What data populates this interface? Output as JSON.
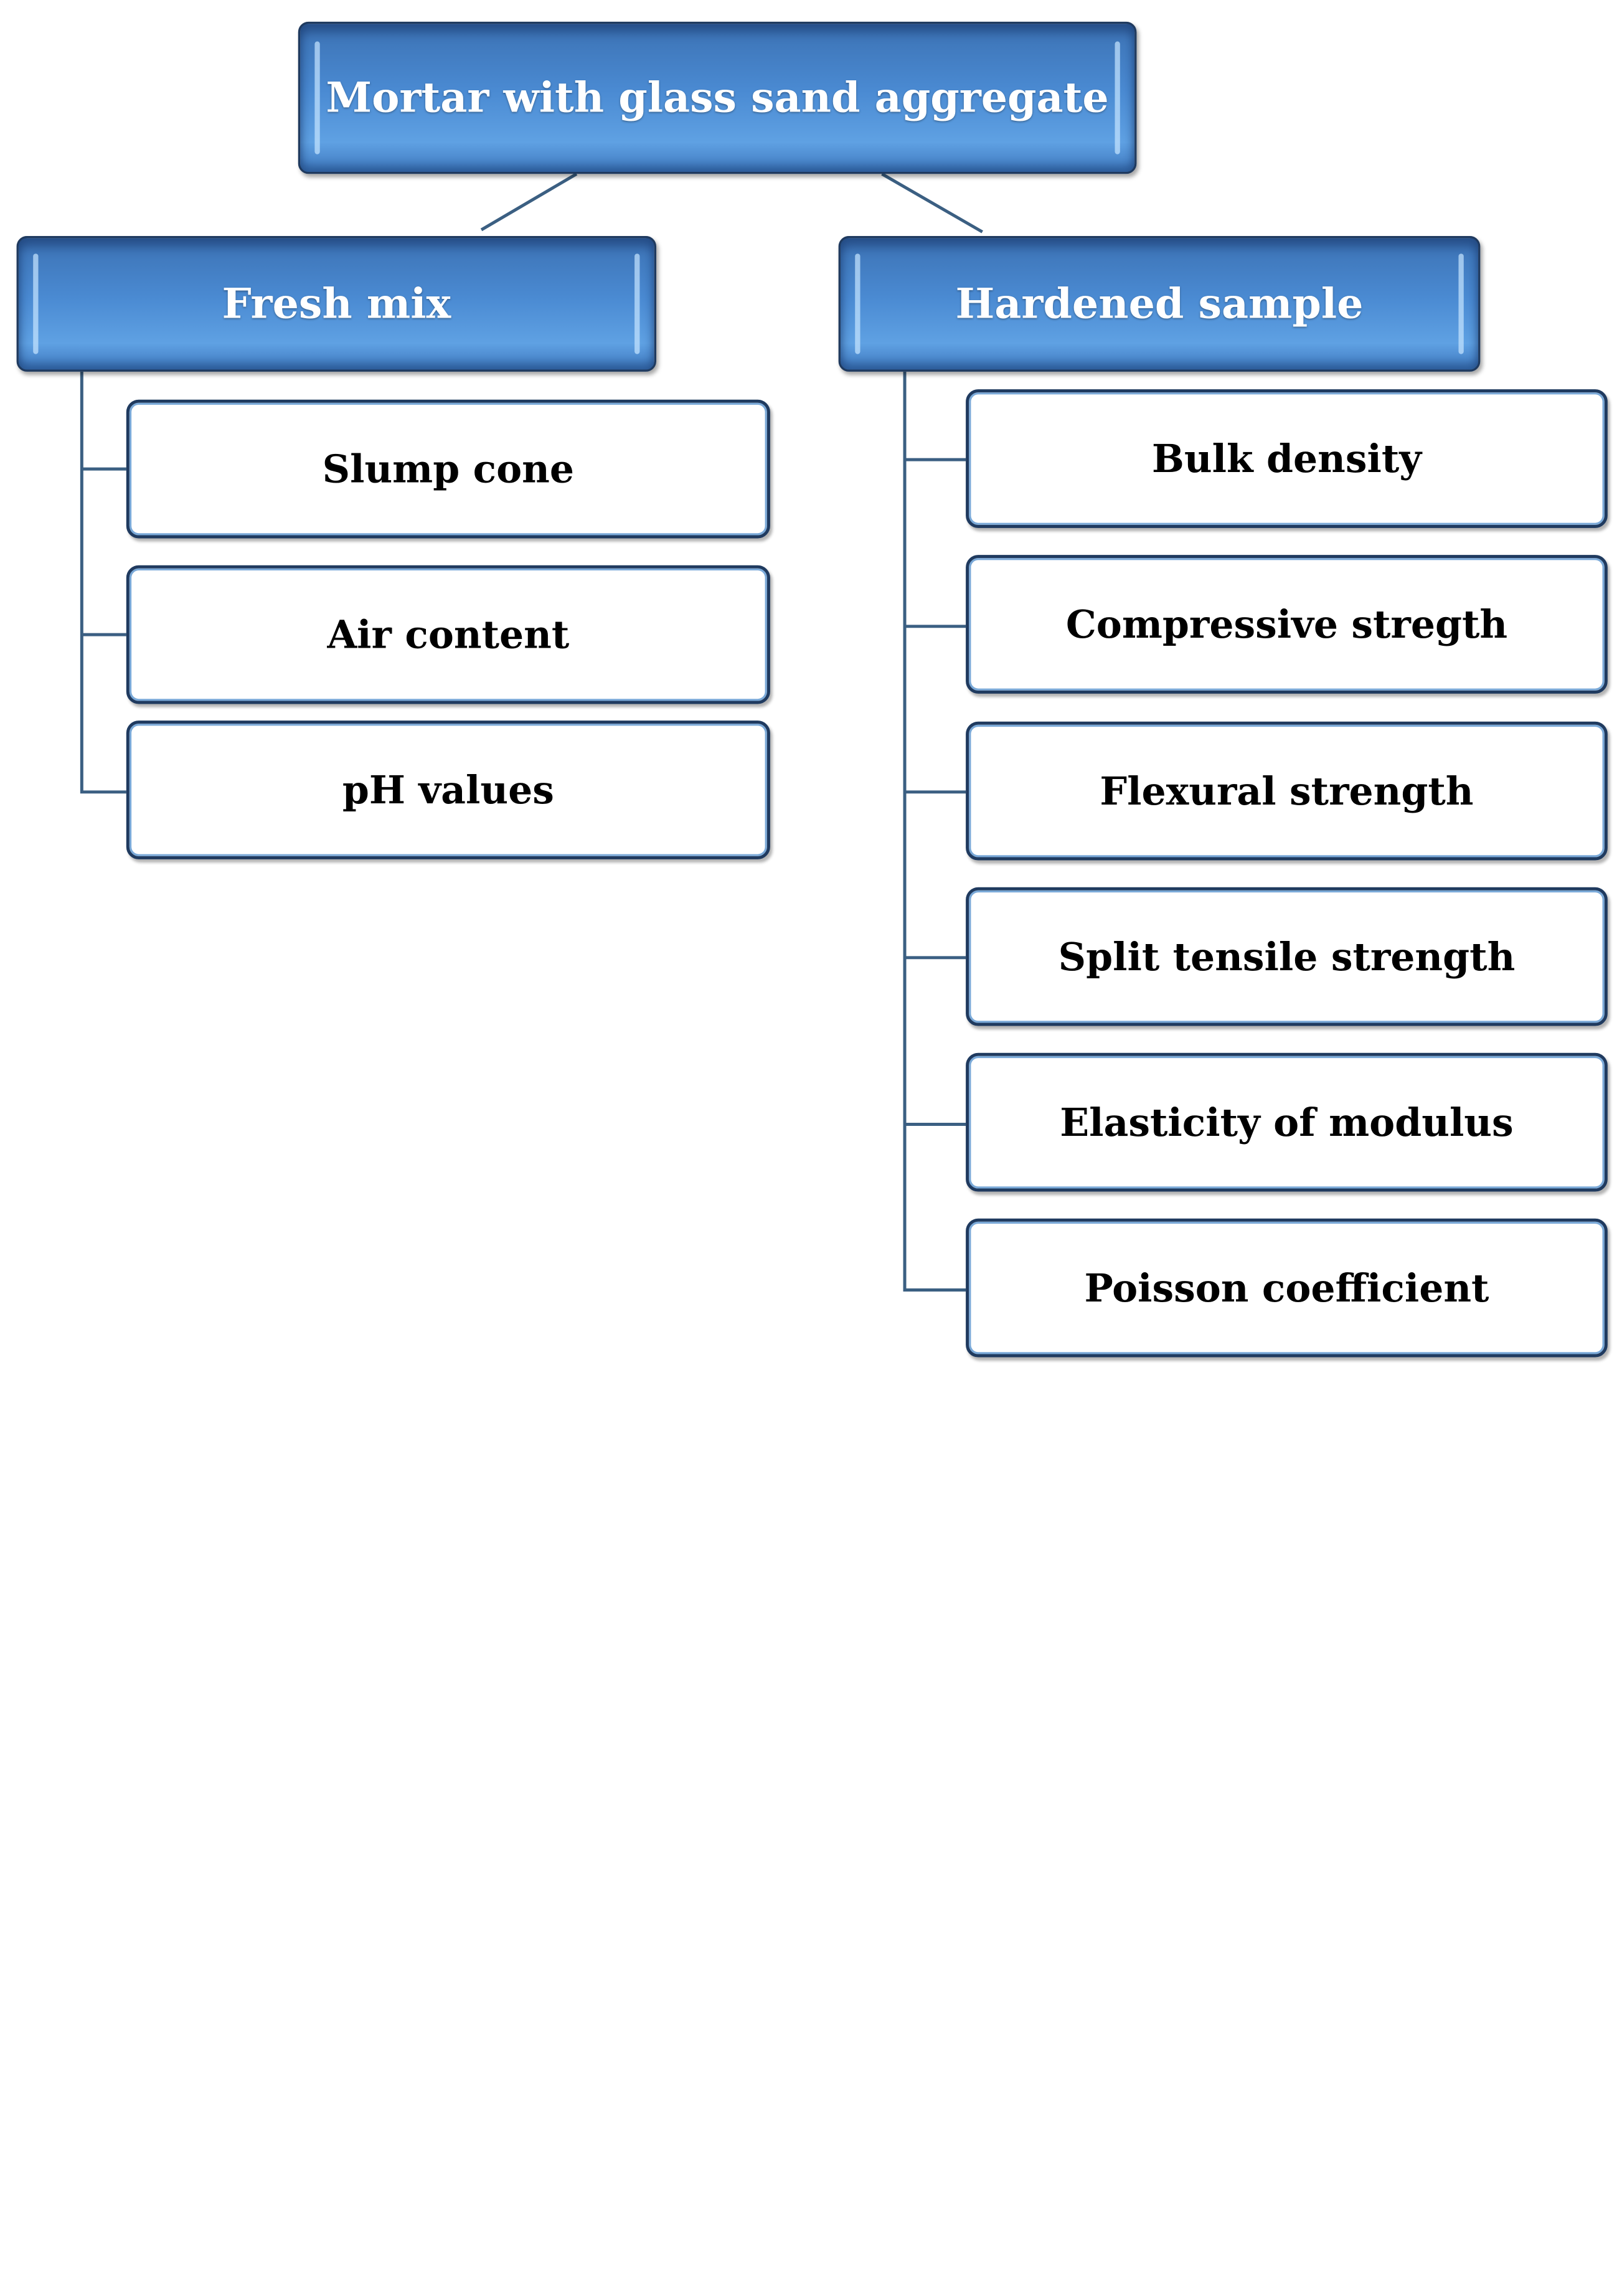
{
  "root": {
    "label": "Mortar with glass sand aggregate"
  },
  "branches": [
    {
      "label": "Fresh mix",
      "items": [
        "Slump cone",
        "Air content",
        "pH values"
      ]
    },
    {
      "label": "Hardened sample",
      "items": [
        "Bulk density",
        "Compressive stregth",
        "Flexural strength",
        "Split tensile strength",
        "Elasticity of modulus",
        "Poisson coefficient"
      ]
    }
  ],
  "colors": {
    "connector": "#3b5f82",
    "header_fill": "#4a8ad2",
    "box_border": "#1f3a5f",
    "header_text": "#ffffff",
    "item_text": "#000000"
  }
}
